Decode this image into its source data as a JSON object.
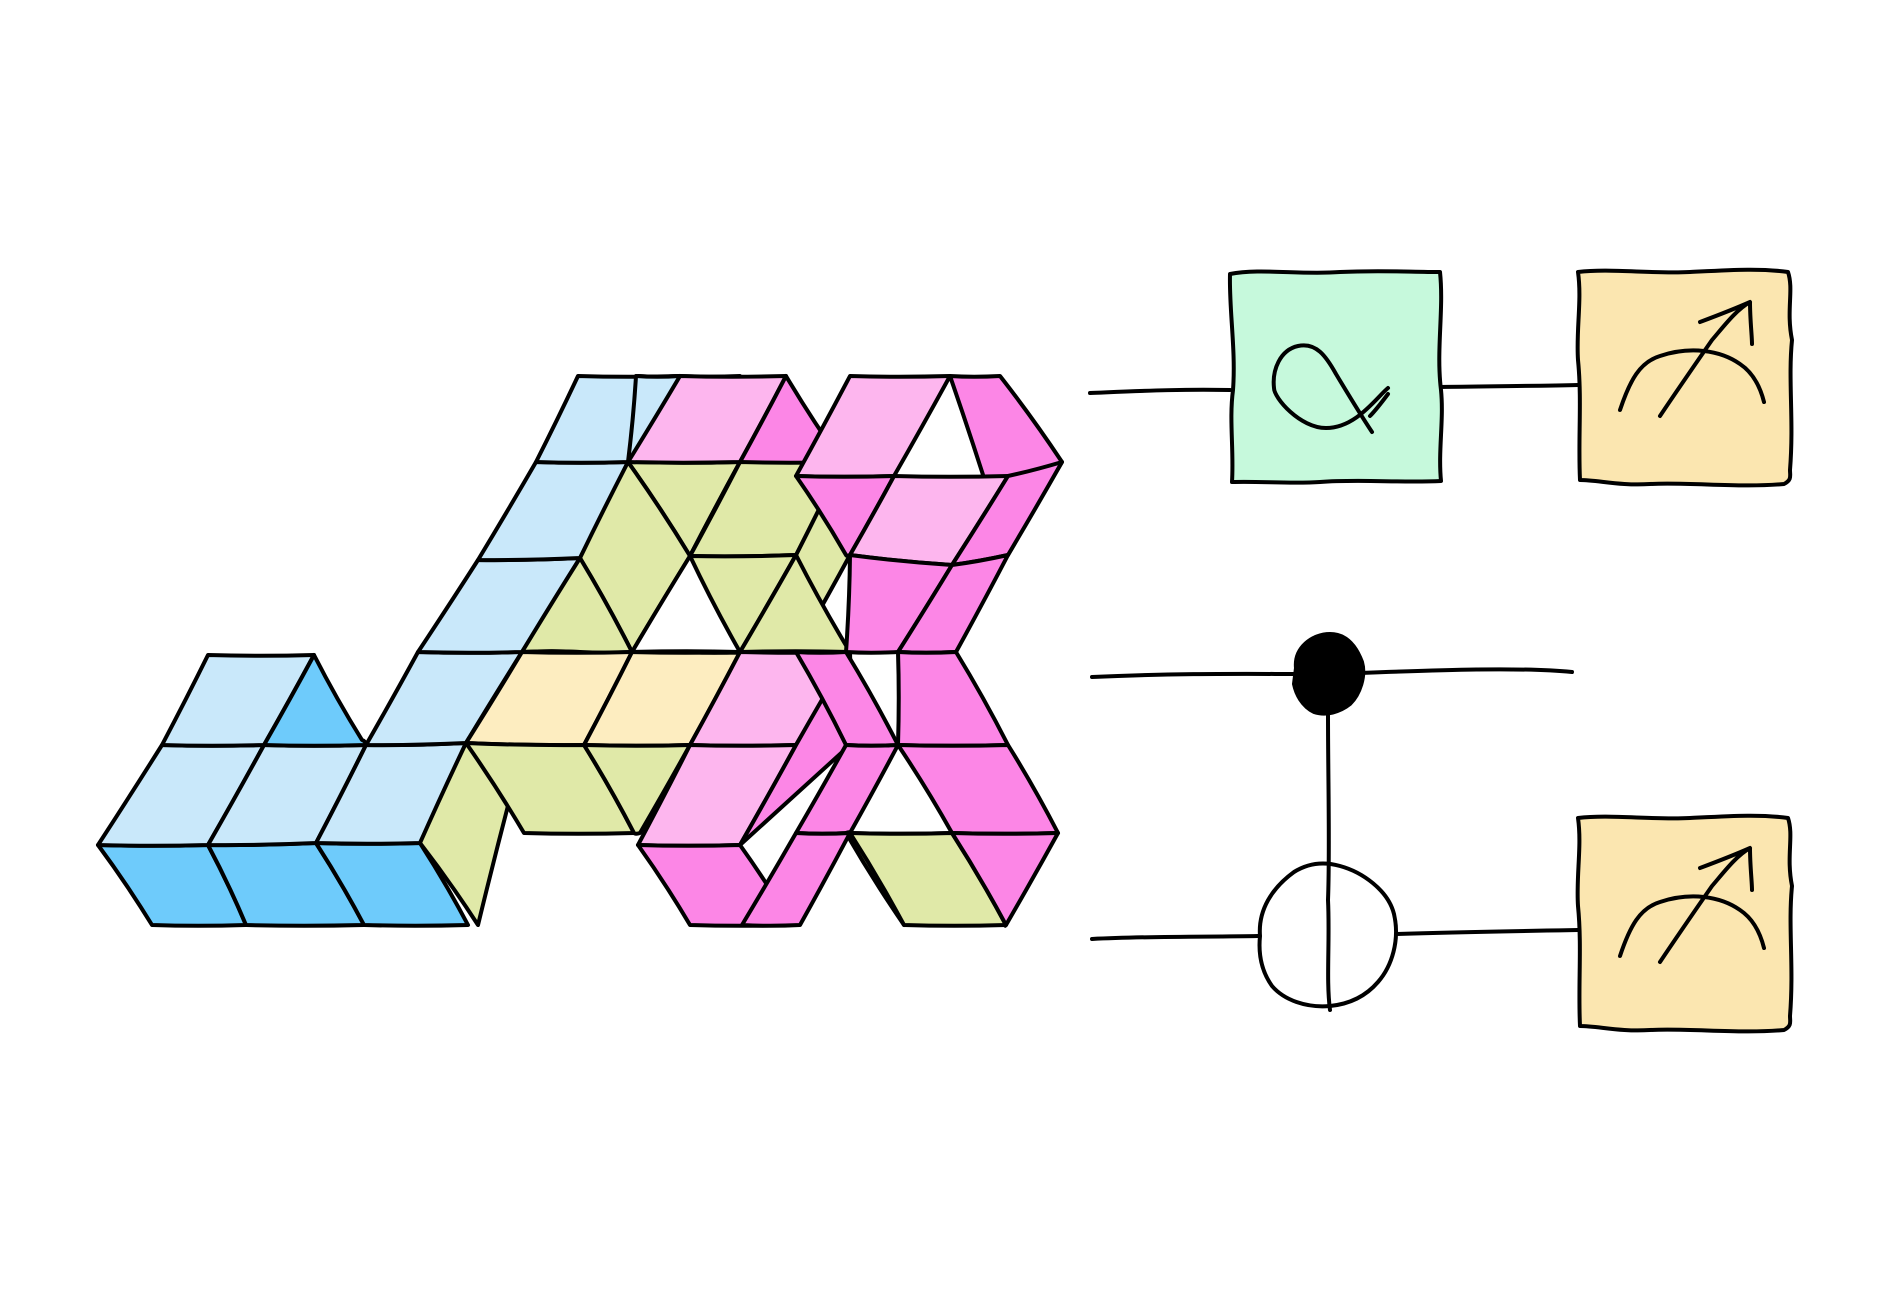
{
  "logo": {
    "name": "JAX logo",
    "letters": [
      "J",
      "A",
      "X"
    ],
    "palette": {
      "light_blue": "#c9e8fa",
      "blue": "#6ecbfb",
      "green": "#e0e9a8",
      "yellow": "#fdedc0",
      "light_pink": "#fdb6ee",
      "pink": "#fc86e6"
    }
  },
  "circuit": {
    "wires": 3,
    "gates": [
      {
        "type": "rotation",
        "symbol": "alpha",
        "wire": 1,
        "color": "#c6f9dc"
      },
      {
        "type": "measurement",
        "icon": "meter-icon",
        "wire": 1,
        "color": "#fbe6b0"
      },
      {
        "type": "cnot",
        "control_wire": 2,
        "target_wire": 3
      },
      {
        "type": "measurement",
        "icon": "meter-icon",
        "wire": 3,
        "color": "#fbe6b0"
      }
    ]
  }
}
